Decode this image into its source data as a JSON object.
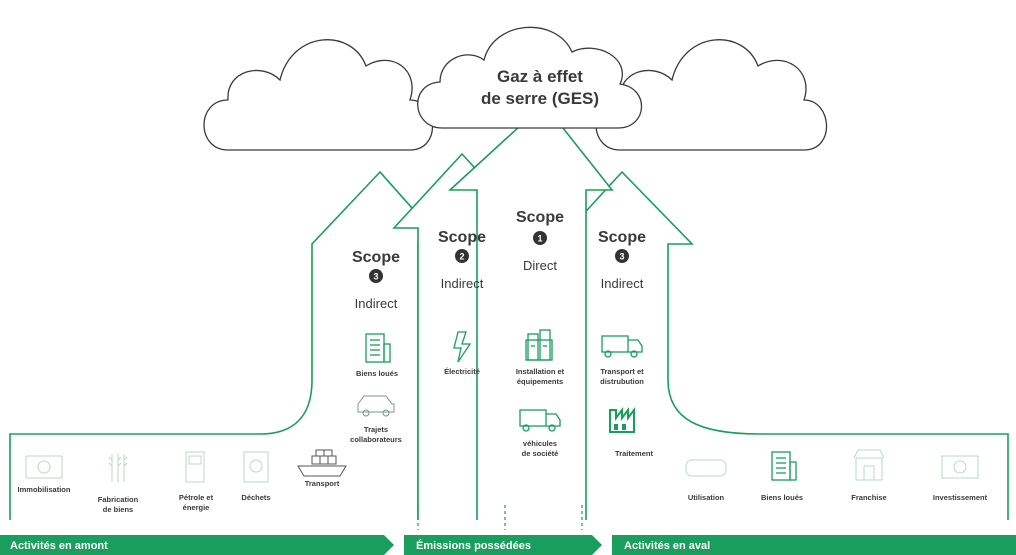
{
  "cloud": {
    "line1": "Gaz à effet",
    "line2": "de serre (GES)"
  },
  "scopes": {
    "left3": {
      "title": "Scope",
      "badge": "3",
      "sub": "Indirect"
    },
    "mid2": {
      "title": "Scope",
      "badge": "2",
      "sub": "Indirect"
    },
    "mid1": {
      "title": "Scope",
      "badge": "1",
      "sub": "Direct"
    },
    "right3": {
      "title": "Scope",
      "badge": "3",
      "sub": "Indirect"
    }
  },
  "labels": {
    "biens_loues_up": "Biens loués",
    "trajets_1": "Trajets",
    "trajets_2": "collaborateurs",
    "electricite": "Électricité",
    "installation_1": "Installation et",
    "installation_2": "équipements",
    "vehicules_1": "véhicules",
    "vehicules_2": "de société",
    "transport_dist_1": "Transport et",
    "transport_dist_2": "distrubution",
    "traitement": "Traitement",
    "immobilisation": "Immobilisation",
    "fabrication_1": "Fabrication",
    "fabrication_2": "de biens",
    "petrole_1": "Pétrole et",
    "petrole_2": "énergie",
    "dechets": "Déchets",
    "transport": "Transport",
    "utilisation": "Utilisation",
    "biens_loues_down": "Biens loués",
    "franchise": "Franchise",
    "investissement": "Investissement"
  },
  "banners": {
    "amont": "Activités en amont",
    "possedees": "Émissions possédées",
    "aval": "Activités en aval"
  },
  "colors": {
    "accent": "#1a9e5e",
    "faded": "#b9d8c6",
    "text": "#3a3a3a"
  },
  "icons": {
    "building": "building-icon",
    "car": "car-icon",
    "bolt": "lightning-icon",
    "factory": "factory-icon",
    "truck": "truck-icon",
    "money": "banknote-icon",
    "wheat": "wheat-icon",
    "fuel": "fuel-pump-icon",
    "trash": "recycle-icon",
    "ship": "cargo-ship-icon",
    "store": "storefront-icon",
    "sofa": "product-icon"
  }
}
